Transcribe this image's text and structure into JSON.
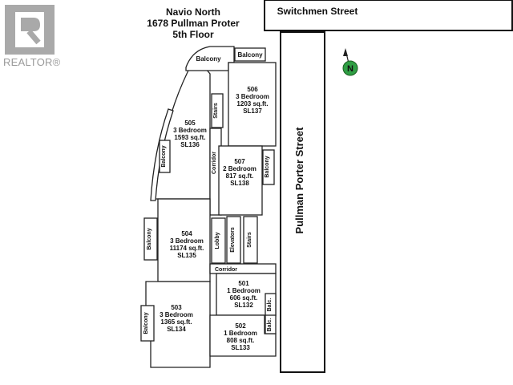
{
  "watermark": {
    "text": "REALTOR",
    "registered_mark": "®",
    "color": "#a9a9a9"
  },
  "title": {
    "line1": "Navio North",
    "line2": "1678 Pullman Proter",
    "line3": "5th Floor"
  },
  "streets": {
    "top": "Switchmen Street",
    "right": "Pullman Porter Street"
  },
  "compass": {
    "letter": "N",
    "color": "#2f9e44"
  },
  "units": [
    {
      "id": "506",
      "line1": "506",
      "line2": "3 Bedroom",
      "line3": "1203 sq.ft.",
      "line4": "SL137"
    },
    {
      "id": "505",
      "line1": "505",
      "line2": "3 Bedroom",
      "line3": "1593 sq.ft.",
      "line4": "SL136"
    },
    {
      "id": "507",
      "line1": "507",
      "line2": "2 Bedroom",
      "line3": "817 sq.ft.",
      "line4": "SL138"
    },
    {
      "id": "504",
      "line1": "504",
      "line2": "3 Bedroom",
      "line3": "11174 sq.ft.",
      "line4": "SL135"
    },
    {
      "id": "501",
      "line1": "501",
      "line2": "1 Bedroom",
      "line3": "606 sq.ft.",
      "line4": "SL132"
    },
    {
      "id": "503",
      "line1": "503",
      "line2": "3 Bedroom",
      "line3": "1365 sq.ft.",
      "line4": "SL134"
    },
    {
      "id": "502",
      "line1": "502",
      "line2": "1 Bedroom",
      "line3": "808 sq.ft.",
      "line4": "SL133"
    }
  ],
  "labels": {
    "balcony": "Balcony",
    "balc": "Balc.",
    "stairs": "Stairs",
    "corridor": "Corridor",
    "lobby": "Lobby",
    "elevators": "Elevators"
  }
}
